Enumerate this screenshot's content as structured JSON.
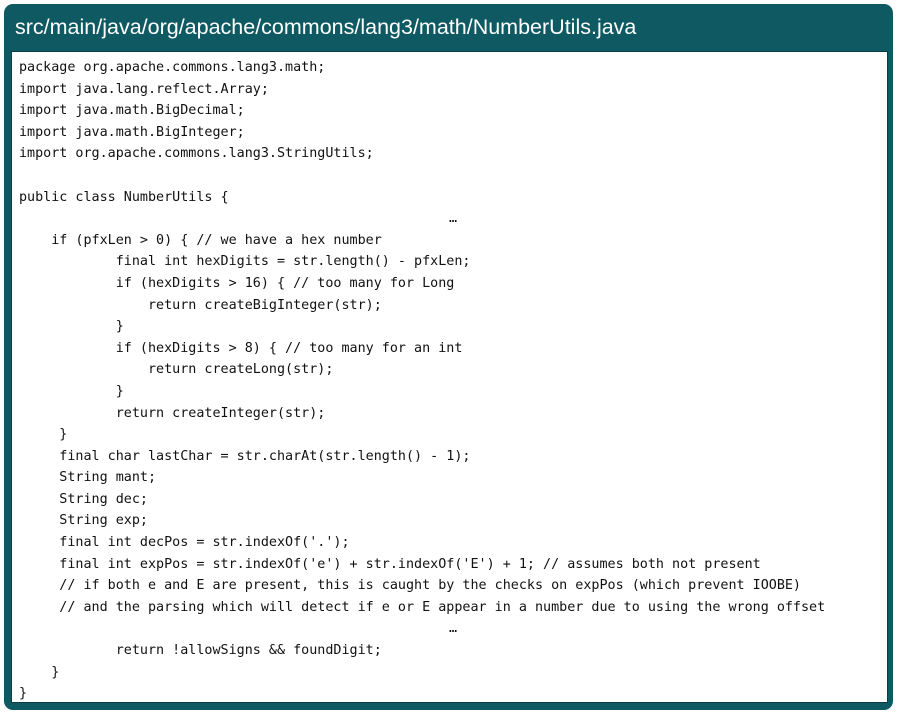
{
  "window": {
    "title": "src/main/java/org/apache/commons/lang3/math/NumberUtils.java"
  },
  "code": {
    "lines": [
      {
        "text": "package org.apache.commons.lang3.math;"
      },
      {
        "text": "import java.lang.reflect.Array;"
      },
      {
        "text": "import java.math.BigDecimal;"
      },
      {
        "text": "import java.math.BigInteger;"
      },
      {
        "text": "import org.apache.commons.lang3.StringUtils;"
      },
      {
        "text": ""
      },
      {
        "text": "public class NumberUtils {"
      },
      {
        "text": "…",
        "ellipsis": true
      },
      {
        "text": "    if (pfxLen > 0) { // we have a hex number"
      },
      {
        "text": "            final int hexDigits = str.length() - pfxLen;"
      },
      {
        "text": "            if (hexDigits > 16) { // too many for Long"
      },
      {
        "text": "                return createBigInteger(str);"
      },
      {
        "text": "            }"
      },
      {
        "text": "            if (hexDigits > 8) { // too many for an int"
      },
      {
        "text": "                return createLong(str);"
      },
      {
        "text": "            }"
      },
      {
        "text": "            return createInteger(str);"
      },
      {
        "text": "     }"
      },
      {
        "text": "     final char lastChar = str.charAt(str.length() - 1);"
      },
      {
        "text": "     String mant;"
      },
      {
        "text": "     String dec;"
      },
      {
        "text": "     String exp;"
      },
      {
        "text": "     final int decPos = str.indexOf('.');"
      },
      {
        "text": "     final int expPos = str.indexOf('e') + str.indexOf('E') + 1; // assumes both not present"
      },
      {
        "text": "     // if both e and E are present, this is caught by the checks on expPos (which prevent IOOBE)"
      },
      {
        "text": "     // and the parsing which will detect if e or E appear in a number due to using the wrong offset"
      },
      {
        "text": "…",
        "ellipsis": true
      },
      {
        "text": "            return !allowSigns && foundDigit;"
      },
      {
        "text": "    }"
      },
      {
        "text": "}"
      }
    ]
  }
}
